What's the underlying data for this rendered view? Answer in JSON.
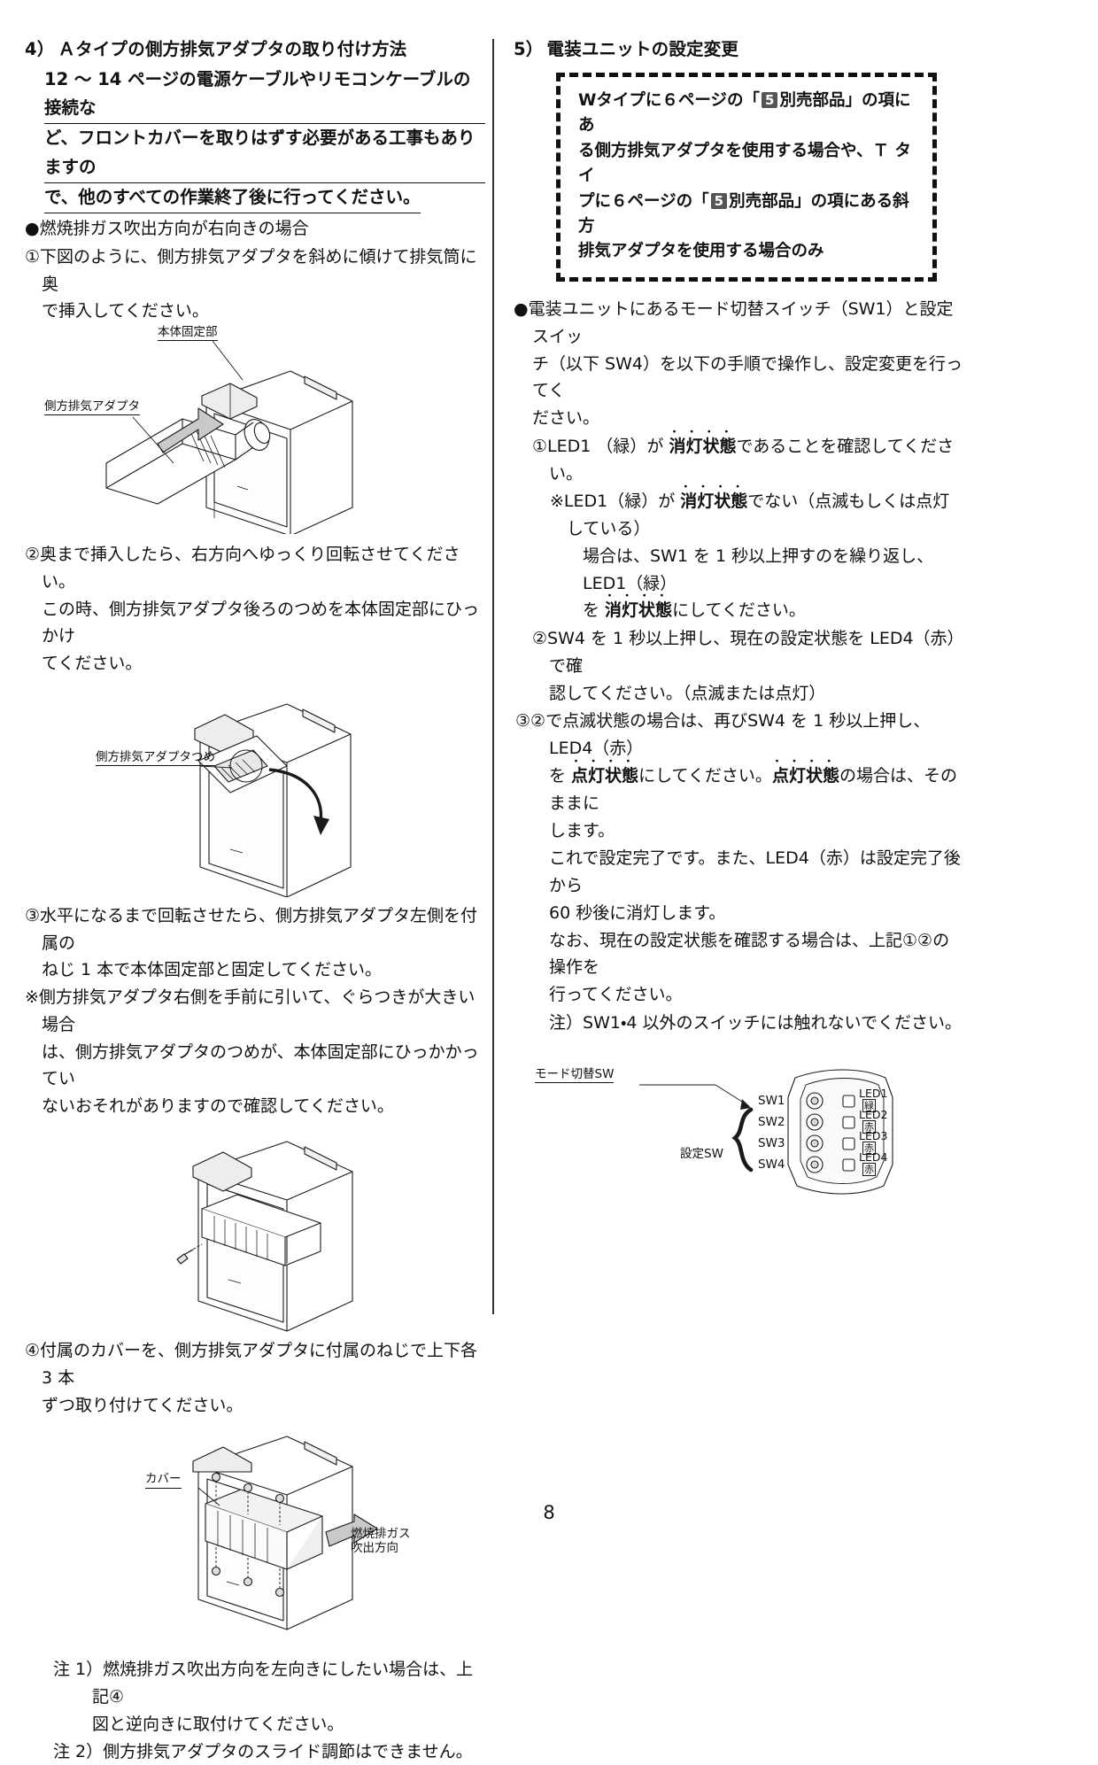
{
  "page_number": "8",
  "left_column": {
    "section": {
      "number": "4）",
      "title": "Ａタイプの側方排気アダプタの取り付け方法"
    },
    "underlined_warning": [
      "12 ～ 14 ページの電源ケーブルやリモコンケーブルの接続な",
      "ど、フロントカバーを取りはずす必要がある工事もありますの",
      "で、他のすべての作業終了後に行ってください。"
    ],
    "bullet_condition": "●燃焼排ガス吹出方向が右向きの場合",
    "step1": {
      "marker": "①",
      "lines": [
        "下図のように、側方排気アダプタを斜めに傾けて排気筒に奥",
        "で挿入してください。"
      ]
    },
    "fig1_labels": {
      "top": "本体固定部",
      "left": "側方排気アダプタ"
    },
    "step2": {
      "marker": "②",
      "lines": [
        "奥まで挿入したら、右方向へゆっくり回転させてください。",
        "この時、側方排気アダプタ後ろのつめを本体固定部にひっかけ",
        "てください。"
      ]
    },
    "fig2_labels": {
      "left": "側方排気アダプタつめ"
    },
    "step3": {
      "marker": "③",
      "lines": [
        "水平になるまで回転させたら、側方排気アダプタ左側を付属の",
        "ねじ 1 本で本体固定部と固定してください。"
      ]
    },
    "step3_note": {
      "marker": "※",
      "lines": [
        "側方排気アダプタ右側を手前に引いて、ぐらつきが大きい場合",
        "は、側方排気アダプタのつめが、本体固定部にひっかかってい",
        "ないおそれがありますので確認してください。"
      ]
    },
    "step4": {
      "marker": "④",
      "lines": [
        "付属のカバーを、側方排気アダプタに付属のねじで上下各 3 本",
        "ずつ取り付けてください。"
      ]
    },
    "fig4_labels": {
      "left": "カバー",
      "right_l1": "燃焼排ガス",
      "right_l2": "吹出方向"
    },
    "footnotes": [
      {
        "marker": "注 1）",
        "lines": [
          "燃焼排ガス吹出方向を左向きにしたい場合は、上記④",
          "図と逆向きに取付けてください。"
        ]
      },
      {
        "marker": "注 2）",
        "lines": [
          "側方排気アダプタのスライド調節はできません。"
        ]
      }
    ]
  },
  "right_column": {
    "section": {
      "number": "5）",
      "title": "電装ユニットの設定変更"
    },
    "caution_box": {
      "badge": "5",
      "line1_a": "Wタイプに６ページの「",
      "line1_b": "別売部品」の項にあ",
      "line2": "る側方排気アダプタを使用する場合や、Ｔ タイ",
      "line3_a": "プに６ページの「",
      "line3_b": "別売部品」の項にある斜方",
      "line4": "排気アダプタを使用する場合のみ"
    },
    "intro": {
      "marker": "●",
      "lines": [
        "電装ユニットにあるモード切替スイッチ（SW1）と設定スイッ",
        "チ（以下 SW4）を以下の手順で操作し、設定変更を行ってく",
        "ださい。"
      ]
    },
    "item1": {
      "marker": "①",
      "pre": "LED1 （緑）が ",
      "em": "消灯状態",
      "post": "であることを確認してください。"
    },
    "item1_note": {
      "marker": "※",
      "pre": "LED1（緑）が ",
      "em": "消灯状態",
      "post": "でない（点滅もしくは点灯している）",
      "line2": "場合は、SW1 を 1 秒以上押すのを繰り返し、LED1（緑）",
      "line3_pre": "を ",
      "line3_em": "消灯状態",
      "line3_post": "にしてください。"
    },
    "item2": {
      "marker": "②",
      "line1": "SW4 を 1 秒以上押し、現在の設定状態を LED4（赤）で確",
      "line2": "認してください。（点滅または点灯）"
    },
    "item3": {
      "marker": "③②",
      "line1": "で点滅状態の場合は、再びSW4 を 1 秒以上押し、LED4（赤）",
      "line2_pre": "を ",
      "line2_em1": "点灯状態",
      "line2_mid": "にしてください。",
      "line2_em2": "点灯状態",
      "line2_post": "の場合は、そのままに",
      "line3": "します。"
    },
    "closing": [
      "これで設定完了です。また、LED4（赤）は設定完了後から",
      "60 秒後に消灯します。",
      "なお、現在の設定状態を確認する場合は、上記①②の操作を",
      "行ってください。"
    ],
    "note_line": {
      "marker": "注）",
      "text": "SW1・4 以外のスイッチには触れないでください。"
    },
    "sw_diagram": {
      "callout_mode": "モード切替SW",
      "callout_setting": "設定SW",
      "switches": [
        "SW1",
        "SW2",
        "SW3",
        "SW4"
      ],
      "leds": [
        "LED1",
        "LED2",
        "LED3",
        "LED4"
      ],
      "led_colors": [
        "緑",
        "赤",
        "赤",
        "赤"
      ]
    }
  }
}
